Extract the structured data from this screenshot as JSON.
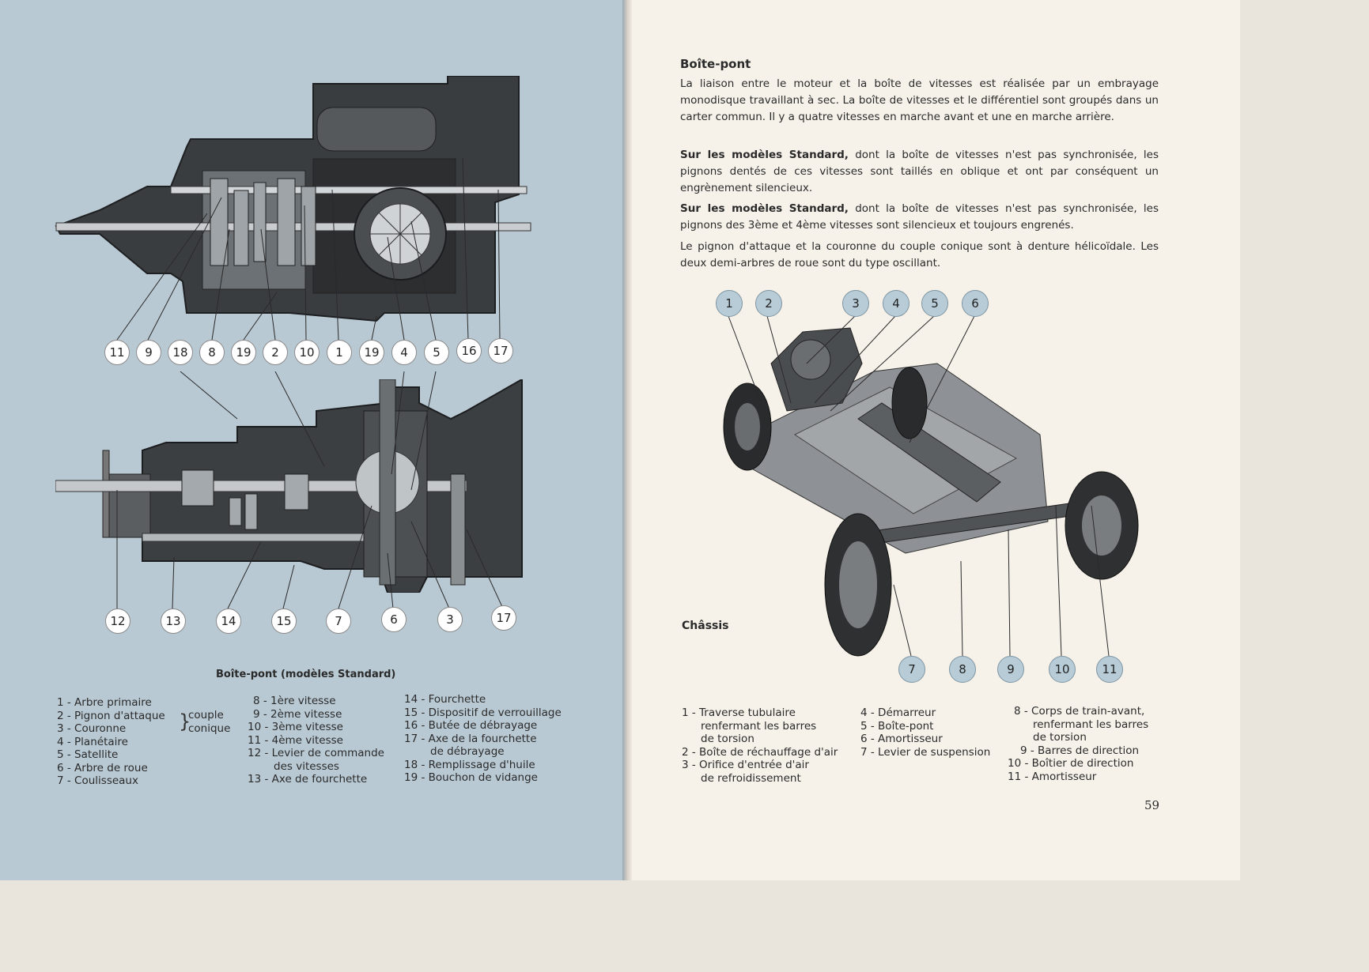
{
  "left_page": {
    "top_callouts": [
      "11",
      "9",
      "18",
      "8",
      "19",
      "2",
      "10",
      "1",
      "19",
      "4",
      "5",
      "16",
      "17"
    ],
    "bottom_callouts": [
      "12",
      "13",
      "14",
      "15",
      "7",
      "6",
      "3",
      "17"
    ],
    "caption": "Boîte-pont (modèles Standard)",
    "legend_col1": [
      "1 - Arbre primaire",
      "2 - Pignon d'attaque",
      "3 - Couronne",
      "4 - Planétaire",
      "5 - Satellite",
      "6 - Arbre de roue",
      "7 - Coulisseaux"
    ],
    "brace_line1": "couple",
    "brace_line2": "conique",
    "legend_col2": [
      "8 - 1ère vitesse",
      "9 - 2ème vitesse",
      "10 - 3ème vitesse",
      "11 - 4ème vitesse",
      "12 - Levier de commande",
      "des vitesses",
      "13 - Axe de fourchette"
    ],
    "legend_col3": [
      "14 - Fourchette",
      "15 - Dispositif de verrouillage",
      "16 - Butée de débrayage",
      "17 - Axe de la fourchette",
      "de débrayage",
      "18 - Remplissage d'huile",
      "19 - Bouchon de vidange"
    ]
  },
  "right_page": {
    "heading": "Boîte-pont",
    "para1": "La liaison entre le moteur et la boîte de vitesses est réalisée par un embrayage monodisque travaillant à sec. La boîte de vitesses et le différentiel sont groupés dans un carter commun. Il y a quatre vitesses en marche avant et une en marche arrière.",
    "para2_bold": "Sur les modèles Standard,",
    "para2": " dont la boîte de vitesses n'est pas synchronisée, les pignons dentés de ces vitesses sont taillés en oblique et ont par conséquent un engrènement silencieux.",
    "para3_bold": "Sur les modèles Standard,",
    "para3": " dont la boîte de vitesses n'est pas synchronisée, les pignons des 3ème et 4ème vitesses sont silencieux et toujours engrenés.",
    "para4": "Le pignon d'attaque et la couronne du couple conique sont à denture hélicoïdale. Les deux demi-arbres de roue sont du type oscillant.",
    "chassis_label": "Châssis",
    "top_callouts": [
      "1",
      "2",
      "3",
      "4",
      "5",
      "6"
    ],
    "bottom_callouts": [
      "7",
      "8",
      "9",
      "10",
      "11"
    ],
    "legend_col1": [
      "1 - Traverse tubulaire",
      "renfermant les barres",
      "de torsion",
      "2 - Boîte de réchauffage d'air",
      "3 - Orifice d'entrée d'air",
      "de refroidissement"
    ],
    "legend_col2": [
      "4 - Démarreur",
      "5 - Boîte-pont",
      "6 - Amortisseur",
      "7 - Levier de suspension"
    ],
    "legend_col3": [
      "8 - Corps de train-avant,",
      "renfermant les barres",
      "de torsion",
      "9 - Barres de direction",
      "10 - Boîtier de direction",
      "11 - Amortisseur"
    ],
    "page_number": "59"
  }
}
